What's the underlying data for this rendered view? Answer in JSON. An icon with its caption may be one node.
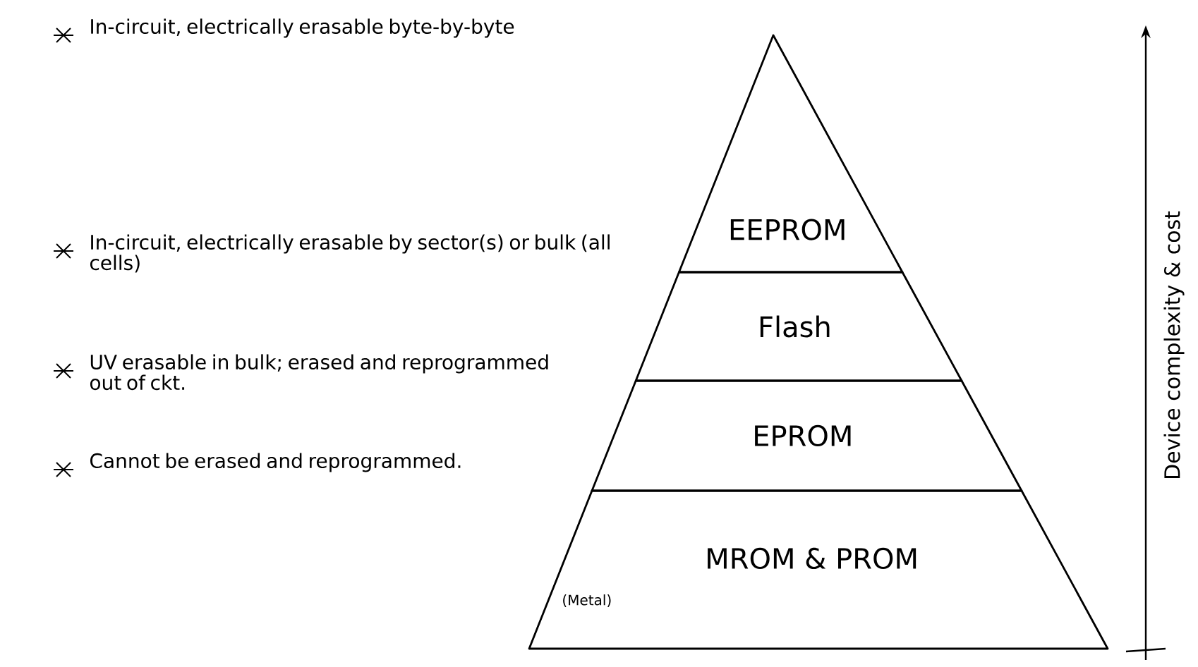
{
  "diagram": {
    "nodes": [
      {
        "text": [
          "EEPROM"
        ]
      },
      {
        "text": [
          "Flash"
        ]
      },
      {
        "text": [
          "EPROM"
        ]
      },
      {
        "text": [
          "MROM & PROM",
          "(Metal)"
        ]
      }
    ],
    "edges": [],
    "labels": [
      "In-circuit, electrically erasable byte-by-byte",
      "In-circuit, electrically erasable by sector(s) or bulk (all cells)",
      "UV erasable in bulk; erased and reprogrammed out of ckt.",
      "Cannot be erased and reprogrammed.",
      "Device complexity & cost"
    ]
  }
}
